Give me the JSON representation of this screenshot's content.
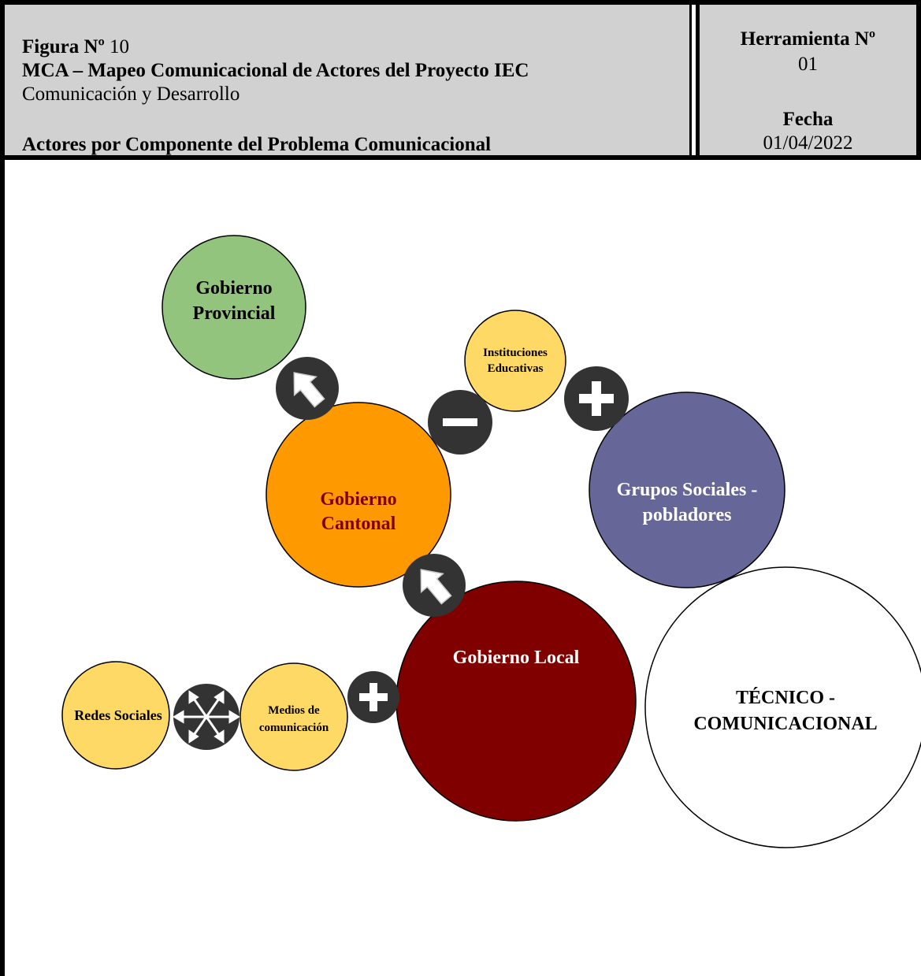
{
  "header": {
    "figura_label": "Figura Nº",
    "figura_number": "10",
    "title": "MCA – Mapeo Comunicacional de Actores del Proyecto IEC",
    "subtitle": "Comunicación y Desarrollo",
    "section": "Actores por Componente del Problema Comunicacional",
    "herramienta_label": "Herramienta Nº",
    "herramienta_value": "01",
    "fecha_label": "Fecha",
    "fecha_value": "01/04/2022"
  },
  "colors": {
    "header_bg": "#d1d1d1",
    "green": "#93c47d",
    "yellow": "#ffd966",
    "orange": "#ff9900",
    "purple": "#666699",
    "maroon": "#800000",
    "white": "#ffffff",
    "badge": "#333333"
  },
  "nodes": [
    {
      "id": "gobierno-provincial",
      "lines": [
        "Gobierno",
        "Provincial"
      ],
      "fill": "#93c47d",
      "text_color": "#000000"
    },
    {
      "id": "instituciones-educativas",
      "lines": [
        "Instituciones",
        "Educativas"
      ],
      "fill": "#ffd966",
      "text_color": "#000000"
    },
    {
      "id": "gobierno-cantonal",
      "lines": [
        "Gobierno",
        "Cantonal"
      ],
      "fill": "#ff9900",
      "text_color": "#800000"
    },
    {
      "id": "grupos-sociales",
      "lines": [
        "Grupos Sociales -",
        "pobladores"
      ],
      "fill": "#666699",
      "text_color": "#ffffff"
    },
    {
      "id": "gobierno-local",
      "lines": [
        "Gobierno Local"
      ],
      "fill": "#800000",
      "text_color": "#ffffff"
    },
    {
      "id": "tecnico-comunicacional",
      "lines": [
        "TÉCNICO -",
        "COMUNICACIONAL"
      ],
      "fill": "#ffffff",
      "text_color": "#000000"
    },
    {
      "id": "redes-sociales",
      "lines": [
        "Redes Sociales"
      ],
      "fill": "#ffd966",
      "text_color": "#000000"
    },
    {
      "id": "medios-comunicacion",
      "lines": [
        "Medios de",
        "comunicación"
      ],
      "fill": "#ffd966",
      "text_color": "#000000"
    }
  ],
  "badges": [
    {
      "id": "provincial-cantonal",
      "icon": "arrow-up-left-icon"
    },
    {
      "id": "cantonal-instituciones",
      "icon": "minus-icon"
    },
    {
      "id": "instituciones-grupos",
      "icon": "plus-icon"
    },
    {
      "id": "cantonal-local",
      "icon": "arrow-up-left-icon"
    },
    {
      "id": "redes-medios",
      "icon": "bidirectional-arrows-icon"
    },
    {
      "id": "medios-local",
      "icon": "plus-icon"
    }
  ]
}
